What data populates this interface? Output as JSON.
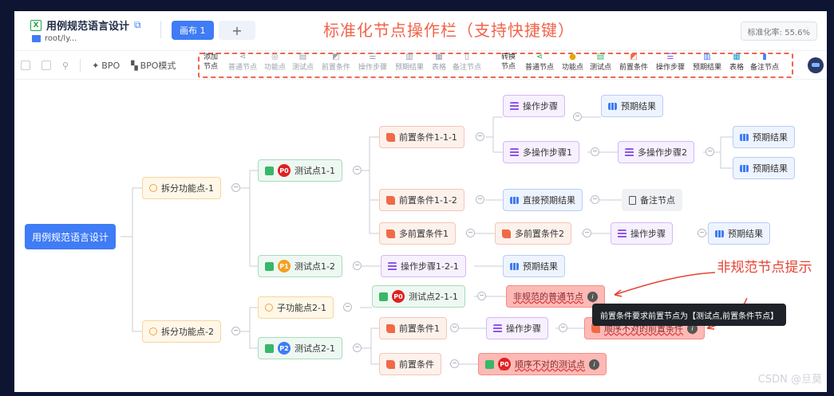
{
  "header": {
    "file_name": "用例规范语言设计",
    "path": "root/ly...",
    "canvas_tab": "画布 1",
    "add_tab": "+",
    "banner": "标准化节点操作栏（支持快捷键）",
    "standard_rate": "标准化率: 55.6%"
  },
  "toolbar": {
    "bpo": "BPO",
    "bpo_mode": "BPO模式",
    "add_group": {
      "line1": "添加",
      "line2": "节点"
    },
    "add_items": [
      "普通节点",
      "功能点",
      "测试点",
      "前置条件",
      "操作步骤",
      "预期结果",
      "表格",
      "备注节点"
    ],
    "convert_group": {
      "line1": "转换",
      "line2": "节点"
    },
    "convert_items": [
      "普通节点",
      "功能点",
      "测试点",
      "前置条件",
      "操作步骤",
      "预期结果",
      "表格",
      "备注节点"
    ]
  },
  "colors": {
    "accent": "#3f7cf5",
    "warning": "#f0644a",
    "bad_node": "#fdb9b6"
  },
  "mindmap": {
    "root": "用例规范语言设计",
    "func1": "拆分功能点-1",
    "func2": "拆分功能点-2",
    "test11": "测试点1-1",
    "test12": "测试点1-2",
    "sub21": "子功能点2-1",
    "test21": "测试点2-1",
    "test211": "测试点2-1-1",
    "pre111": "前置条件1-1-1",
    "pre112": "前置条件1-1-2",
    "multi_pre1": "多前置条件1",
    "multi_pre2": "多前置条件2",
    "step_a": "操作步骤",
    "multi_step1": "多操作步骤1",
    "multi_step2": "多操作步骤2",
    "exp_a": "预期结果",
    "exp_b": "预期结果",
    "exp_c": "预期结果",
    "direct_exp": "直接预期结果",
    "note": "备注节点",
    "step_c": "操作步骤",
    "exp_d": "预期结果",
    "step1_2_1": "操作步骤1-2-1",
    "exp_e": "预期结果",
    "bad_normal": "非规范的普通节点",
    "pre1": "前置条件1",
    "step_d": "操作步骤",
    "bad_order_pre": "顺序不对的前置条件",
    "pre_plain": "前置条件",
    "bad_order_test": "顺序不对的测试点",
    "p0": "P0",
    "p1": "P1",
    "p2": "P2"
  },
  "tooltip": "前置条件要求前置节点为【测试点,前置条件节点】",
  "hint": "非规范节点提示",
  "watermark": "CSDN @旦莫"
}
